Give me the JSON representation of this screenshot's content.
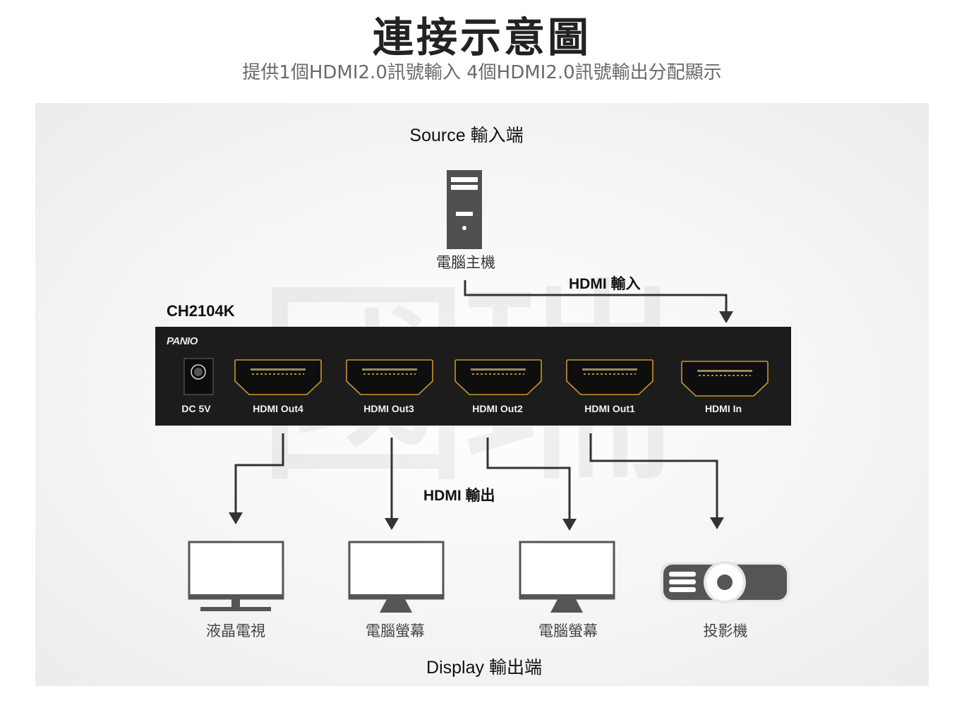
{
  "header": {
    "title": "連接示意圖",
    "subtitle": "提供1個HDMI2.0訊號輸入 4個HDMI2.0訊號輸出分配顯示"
  },
  "diagram": {
    "source_title": "Source 輸入端",
    "source_device": "電腦主機",
    "hdmi_input_label": "HDMI 輸入",
    "model": "CH2104K",
    "brand": "PANIO",
    "ports": {
      "dc": "DC 5V",
      "out4": "HDMI Out4",
      "out3": "HDMI Out3",
      "out2": "HDMI Out2",
      "out1": "HDMI Out1",
      "in": "HDMI In"
    },
    "hdmi_output_label": "HDMI 輸出",
    "outputs": {
      "tv": "液晶電視",
      "monitor1": "電腦螢幕",
      "monitor2": "電腦螢幕",
      "projector": "投影機"
    },
    "display_title": "Display 輸出端",
    "watermark": "國瑞"
  },
  "colors": {
    "device_body": "#1c1c1c",
    "port_outline": "#c8962a",
    "icon_gray": "#555555",
    "line": "#333333"
  }
}
